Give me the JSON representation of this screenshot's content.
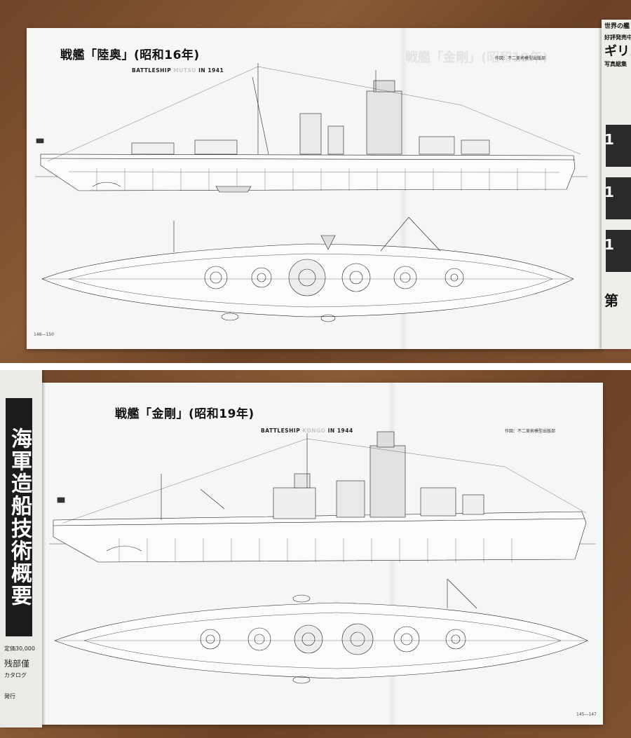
{
  "top_spread": {
    "title": "戦艦「陸奥」(昭和16年)",
    "subtitle_prefix": "BATTLESHIP",
    "subtitle_name": "MUTSU",
    "subtitle_year": "IN 1941",
    "credit": "作図：不二美術模型出版部",
    "page_number": "148—150",
    "adjacent_page_lines": [
      "世界の艦",
      "好評発売中",
      "ギリス",
      "写真総集",
      "1",
      "1",
      "1",
      "第"
    ]
  },
  "bottom_spread": {
    "title": "戦艦「金剛」(昭和19年)",
    "subtitle_prefix": "BATTLESHIP",
    "subtitle_name": "KONGO",
    "subtitle_year": "IN 1944",
    "credit": "作図：不二美術模型出版部",
    "page_number": "145—147",
    "adjacent_book_title": "海軍造船技術概要",
    "adjacent_book_lines": [
      "定価30,000",
      "残部僅",
      "カタログ",
      "発行"
    ]
  },
  "colors": {
    "table": "#7a4d2e",
    "paper": "#f6f6f4",
    "ink": "#111111"
  }
}
